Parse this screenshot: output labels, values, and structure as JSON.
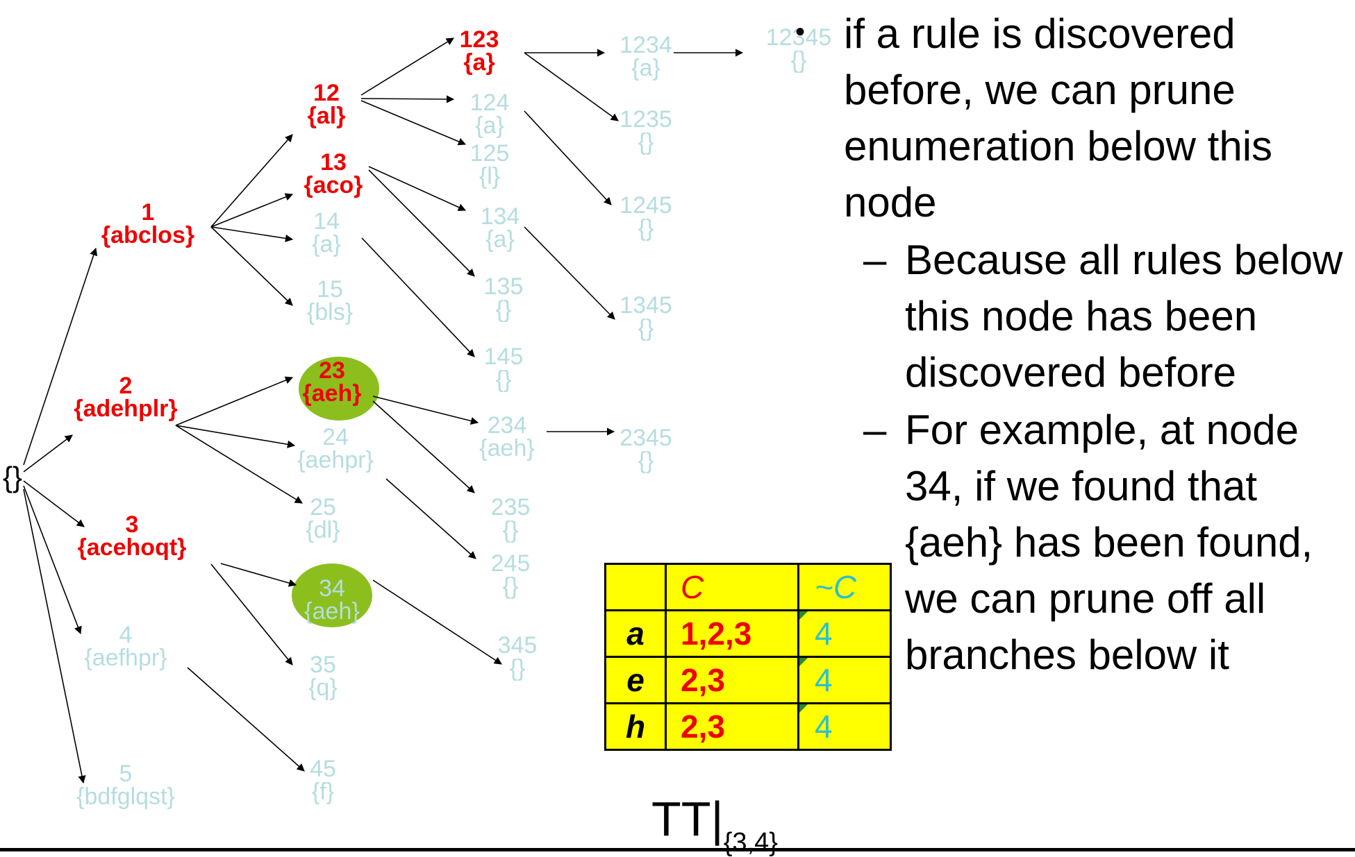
{
  "tree": {
    "root": "{}",
    "nodes": [
      {
        "id": "1",
        "set": "{abclos}",
        "state": "active"
      },
      {
        "id": "2",
        "set": "{adehplr}",
        "state": "active"
      },
      {
        "id": "3",
        "set": "{acehoqt}",
        "state": "active"
      },
      {
        "id": "4",
        "set": "{aefhpr}",
        "state": "faded"
      },
      {
        "id": "5",
        "set": "{bdfglqst}",
        "state": "faded"
      },
      {
        "id": "12",
        "set": "{al}",
        "state": "active"
      },
      {
        "id": "13",
        "set": "{aco}",
        "state": "active"
      },
      {
        "id": "14",
        "set": "{a}",
        "state": "faded"
      },
      {
        "id": "15",
        "set": "{bls}",
        "state": "faded"
      },
      {
        "id": "23",
        "set": "{aeh}",
        "state": "active-highlight"
      },
      {
        "id": "24",
        "set": "{aehpr}",
        "state": "faded"
      },
      {
        "id": "25",
        "set": "{dl}",
        "state": "faded"
      },
      {
        "id": "34",
        "set": "{aeh}",
        "state": "faded-highlight"
      },
      {
        "id": "35",
        "set": "{q}",
        "state": "faded"
      },
      {
        "id": "45",
        "set": "{f}",
        "state": "faded"
      },
      {
        "id": "123",
        "set": "{a}",
        "state": "active"
      },
      {
        "id": "124",
        "set": "{a}",
        "state": "faded"
      },
      {
        "id": "125",
        "set": "{l}",
        "state": "faded"
      },
      {
        "id": "134",
        "set": "{a}",
        "state": "faded"
      },
      {
        "id": "135",
        "set": "{}",
        "state": "faded"
      },
      {
        "id": "145",
        "set": "{}",
        "state": "faded"
      },
      {
        "id": "234",
        "set": "{aeh}",
        "state": "faded"
      },
      {
        "id": "235",
        "set": "{}",
        "state": "faded"
      },
      {
        "id": "245",
        "set": "{}",
        "state": "faded"
      },
      {
        "id": "345",
        "set": "{}",
        "state": "faded"
      },
      {
        "id": "1234",
        "set": "{a}",
        "state": "faded"
      },
      {
        "id": "1235",
        "set": "{}",
        "state": "faded"
      },
      {
        "id": "1245",
        "set": "{}",
        "state": "faded"
      },
      {
        "id": "1345",
        "set": "{}",
        "state": "faded"
      },
      {
        "id": "2345",
        "set": "{}",
        "state": "faded"
      },
      {
        "id": "12345",
        "set": "{}",
        "state": "faded"
      }
    ],
    "edges": [
      [
        "root",
        "1"
      ],
      [
        "root",
        "2"
      ],
      [
        "root",
        "3"
      ],
      [
        "root",
        "4"
      ],
      [
        "root",
        "5"
      ],
      [
        "1",
        "12"
      ],
      [
        "1",
        "13"
      ],
      [
        "1",
        "14"
      ],
      [
        "1",
        "15"
      ],
      [
        "2",
        "23"
      ],
      [
        "2",
        "24"
      ],
      [
        "2",
        "25"
      ],
      [
        "3",
        "34"
      ],
      [
        "3",
        "35"
      ],
      [
        "4",
        "45"
      ],
      [
        "12",
        "123"
      ],
      [
        "12",
        "124"
      ],
      [
        "12",
        "125"
      ],
      [
        "13",
        "134"
      ],
      [
        "13",
        "135"
      ],
      [
        "14",
        "145"
      ],
      [
        "23",
        "234"
      ],
      [
        "23",
        "235"
      ],
      [
        "24",
        "245"
      ],
      [
        "34",
        "345"
      ],
      [
        "123",
        "1234"
      ],
      [
        "123",
        "1235"
      ],
      [
        "124",
        "1245"
      ],
      [
        "134",
        "1345"
      ],
      [
        "234",
        "2345"
      ],
      [
        "1234",
        "12345"
      ]
    ]
  },
  "colors": {
    "active": "#ee0000",
    "faded": "#b5dde0",
    "highlight": "#8cbf1e",
    "table_bg": "#ffff00",
    "table_cyan": "#2cc0d0",
    "edge": "#000000"
  },
  "bullets": {
    "main": "if a rule is discovered before, we can prune enumeration below this node",
    "sub": [
      "Because all rules below this node has been discovered before",
      "For example, at node 34, if we found that {aeh} has been found, we can prune off all branches below it"
    ]
  },
  "table": {
    "headers": [
      "",
      "C",
      "~C"
    ],
    "rows": [
      {
        "item": "a",
        "c": "1,2,3",
        "notc": "4"
      },
      {
        "item": "e",
        "c": "2,3",
        "notc": "4"
      },
      {
        "item": "h",
        "c": "2,3",
        "notc": "4"
      }
    ]
  },
  "table_label": {
    "main": "TT|",
    "subscript": "{3,4}"
  }
}
